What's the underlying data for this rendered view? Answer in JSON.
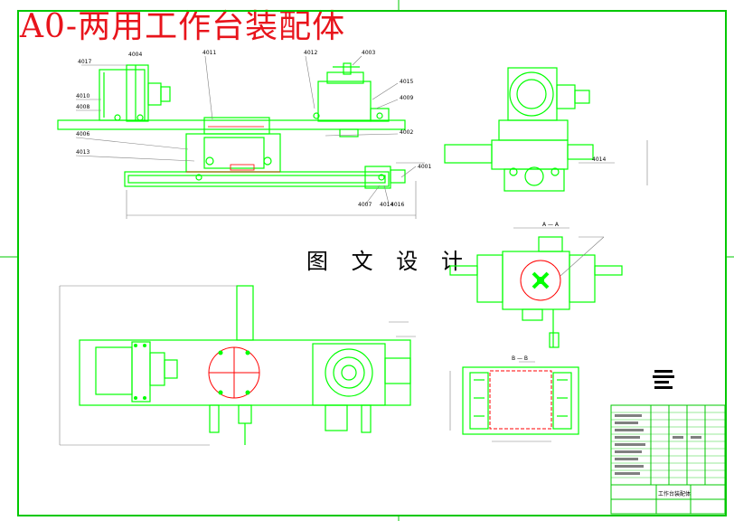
{
  "drawing": {
    "title": "A0-两用工作台装配体",
    "watermark": "图 文 设 计",
    "colors": {
      "outline": "#00ff00",
      "dimension": "#808080",
      "centerline": "#ff0000",
      "text": "#000000",
      "title": "#e8141b",
      "yellow": "#ffff00",
      "frame": "#00c800"
    },
    "views": {
      "front": {
        "labels": [
          "4017",
          "4004",
          "4011",
          "4012",
          "4003",
          "4015",
          "4009",
          "4010",
          "4006",
          "4008",
          "4013",
          "4002",
          "4001",
          "4007",
          "4014",
          "4016"
        ]
      },
      "side": {
        "labels": [
          "4014"
        ]
      },
      "section_a": {
        "label": "A — A"
      },
      "section_b": {
        "label": "B — B"
      }
    },
    "title_block": {
      "name": "工作台装配体"
    }
  }
}
